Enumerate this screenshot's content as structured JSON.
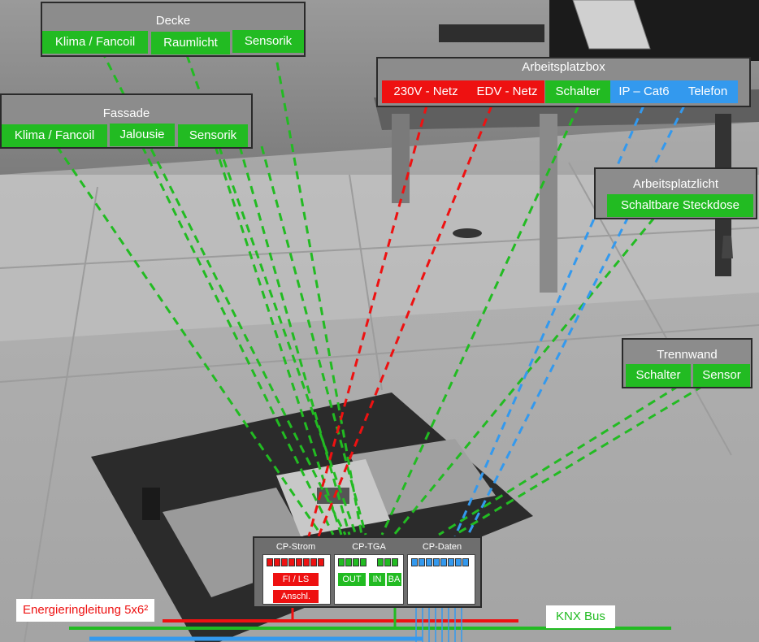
{
  "panels": {
    "decke": {
      "title": "Decke",
      "items": [
        "Klima / Fancoil",
        "Raumlicht",
        "Sensorik"
      ]
    },
    "fassade": {
      "title": "Fassade",
      "items": [
        "Klima / Fancoil",
        "Jalousie",
        "Sensorik"
      ]
    },
    "arbeitsplatzbox": {
      "title": "Arbeitsplatzbox",
      "items": [
        "230V - Netz",
        "EDV - Netz",
        "Schalter",
        "IP – Cat6",
        "Telefon"
      ]
    },
    "arbeitsplatzlicht": {
      "title": "Arbeitsplatzlicht",
      "items": [
        "Schaltbare Steckdose"
      ]
    },
    "trennwand": {
      "title": "Trennwand",
      "items": [
        "Schalter",
        "Sensor"
      ]
    }
  },
  "cp": {
    "strom": {
      "label": "CP-Strom",
      "fi": "FI / LS",
      "anschl": "Anschl."
    },
    "tga": {
      "label": "CP-TGA",
      "out": "OUT",
      "in": "IN",
      "ba": "BA"
    },
    "daten": {
      "label": "CP-Daten"
    }
  },
  "bottom": {
    "energy": "Energieringleitung 5x6²",
    "knx": "KNX Bus"
  },
  "colors": {
    "power": "#ee1111",
    "bus": "#22bb22",
    "data": "#3399ee",
    "panel": "#8c8c8c"
  }
}
